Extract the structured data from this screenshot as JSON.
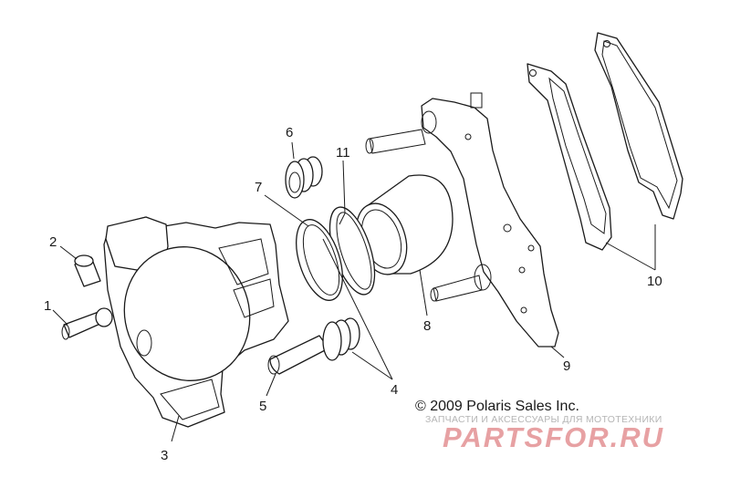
{
  "callouts": {
    "c1": "1",
    "c2": "2",
    "c3": "3",
    "c4": "4",
    "c5": "5",
    "c6": "6",
    "c7": "7",
    "c8": "8",
    "c9": "9",
    "c10": "10",
    "c11": "11"
  },
  "copyright": "© 2009 Polaris Sales Inc.",
  "watermark": {
    "tagline": "ЗАПЧАСТИ И АКСЕССУАРЫ ДЛЯ МОТОТЕХНИКИ",
    "logo": "PARTSFOR.RU"
  }
}
